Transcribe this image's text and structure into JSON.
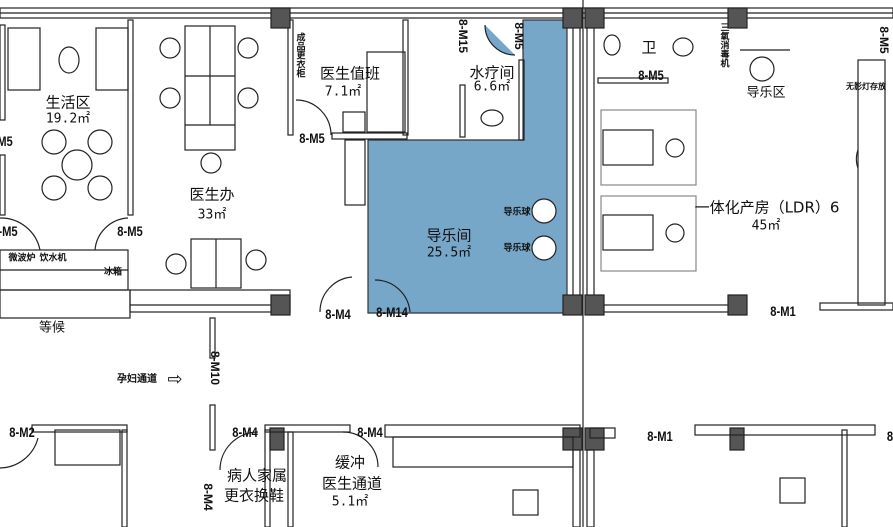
{
  "colors": {
    "highlight_room": "#76a7c9",
    "column": "#555555",
    "wall": "#222222"
  },
  "rooms": {
    "living": {
      "name": "生活区",
      "area": "19.2㎡"
    },
    "doctor_office": {
      "name": "医生办",
      "area": "33㎡"
    },
    "doctor_duty": {
      "name": "医生值班",
      "area": "7.1㎡"
    },
    "hydrotherapy": {
      "name": "水疗间",
      "area": "6.6㎡"
    },
    "doula_room": {
      "name": "导乐间",
      "area": "25.5㎡"
    },
    "toilet": {
      "name": "卫"
    },
    "doula_area": {
      "name": "导乐区"
    },
    "ldr": {
      "name": "一体化产房（LDR）6",
      "area": "45㎡"
    },
    "waiting": {
      "name": "等候"
    },
    "family_change": {
      "name_line1": "病人家属",
      "name_line2": "更衣换鞋"
    },
    "buffer": {
      "name_line1": "缓冲",
      "name_line2": "医生通道",
      "area": "5.1㎡"
    }
  },
  "fixtures": {
    "ball1": "导乐球",
    "ball2": "导乐球",
    "microwave": "微波炉",
    "water_dispenser": "饮水机",
    "fridge": "冰箱",
    "wardrobe": "成品更衣柜",
    "disinfector": "三氧消毒机",
    "lamp_storage": "无影灯存放"
  },
  "corridor": {
    "label": "孕妇通道",
    "arrow": "⇨"
  },
  "doors": {
    "d1": "M5",
    "d2": "-M5",
    "d3": "8-M5",
    "d4": "8-M5",
    "d5": "8-M4",
    "d6": "8-M14",
    "d7": "8-M15",
    "d8": "8-M5",
    "d9": "8-M5",
    "d10": "8-M1",
    "d11": "8-M5",
    "d12": "8-M10",
    "d13": "8-M2",
    "d14": "8-M4",
    "d15": "8-M4",
    "d16": "8-M1",
    "d17": "8",
    "d18": "8-M4"
  }
}
